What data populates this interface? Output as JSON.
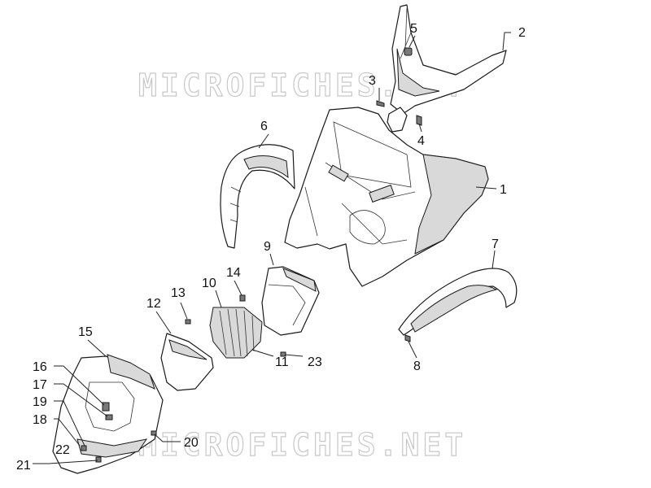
{
  "watermark_text": "MICROFICHES.NET",
  "callouts": {
    "c1": "1",
    "c2": "2",
    "c3": "3",
    "c4": "4",
    "c5": "5",
    "c6": "6",
    "c7": "7",
    "c8": "8",
    "c9": "9",
    "c10": "10",
    "c11": "11",
    "c12": "12",
    "c13": "13",
    "c14": "14",
    "c15": "15",
    "c16": "16",
    "c17": "17",
    "c18": "18",
    "c19": "19",
    "c20": "20",
    "c21": "21",
    "c22": "22",
    "c23": "23"
  }
}
